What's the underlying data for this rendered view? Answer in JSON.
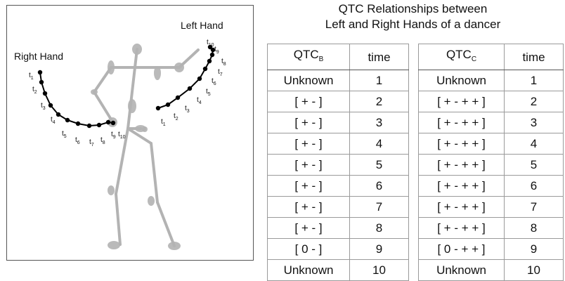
{
  "title_line1": "QTC Relationships between",
  "title_line2": "Left and Right Hands of a dancer",
  "figure": {
    "right_hand_label": "Right Hand",
    "left_hand_label": "Left Hand",
    "tick_letter": "t",
    "tick_numbers": [
      "1",
      "2",
      "3",
      "4",
      "5",
      "6",
      "7",
      "8",
      "9",
      "10"
    ],
    "skeleton_color": "#b3b3b3",
    "trajectory_color": "#000000"
  },
  "table_b": {
    "header_main": "QTC",
    "header_sub": "B",
    "header_time": "time",
    "rows": [
      {
        "rel": "Unknown",
        "time": "1"
      },
      {
        "rel": "[ + - ]",
        "time": "2"
      },
      {
        "rel": "[ + - ]",
        "time": "3"
      },
      {
        "rel": "[ + - ]",
        "time": "4"
      },
      {
        "rel": "[ + - ]",
        "time": "5"
      },
      {
        "rel": "[ + - ]",
        "time": "6"
      },
      {
        "rel": "[ + - ]",
        "time": "7"
      },
      {
        "rel": "[ + - ]",
        "time": "8"
      },
      {
        "rel": "[ 0 - ]",
        "time": "9"
      },
      {
        "rel": "Unknown",
        "time": "10"
      }
    ]
  },
  "table_c": {
    "header_main": "QTC",
    "header_sub": "C",
    "header_time": "time",
    "rows": [
      {
        "rel": "Unknown",
        "time": "1"
      },
      {
        "rel": "[ + - + + ]",
        "time": "2"
      },
      {
        "rel": "[ + - + + ]",
        "time": "3"
      },
      {
        "rel": "[ + - + + ]",
        "time": "4"
      },
      {
        "rel": "[ + - + + ]",
        "time": "5"
      },
      {
        "rel": "[ + - + + ]",
        "time": "6"
      },
      {
        "rel": "[ + - + + ]",
        "time": "7"
      },
      {
        "rel": "[ + - + + ]",
        "time": "8"
      },
      {
        "rel": "[ 0 - + + ]",
        "time": "9"
      },
      {
        "rel": "Unknown",
        "time": "10"
      }
    ]
  }
}
